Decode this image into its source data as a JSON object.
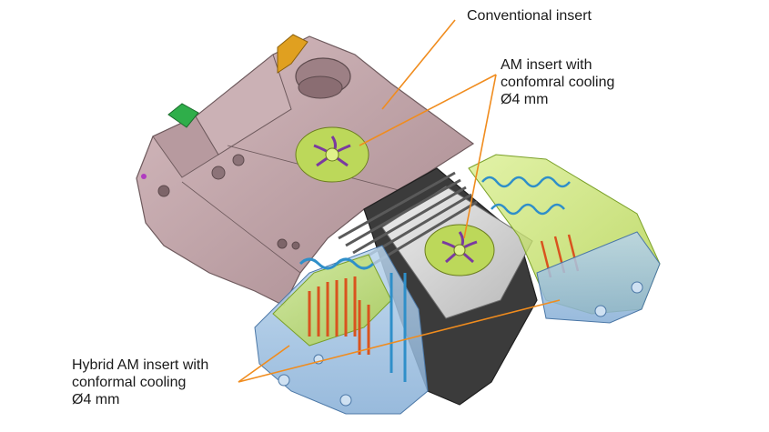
{
  "labels": {
    "conventional_insert": "Conventional insert",
    "am_insert": [
      "AM insert with",
      "confomral cooling",
      "Ø4 mm"
    ],
    "hybrid_am_insert": [
      "Hybrid AM insert with",
      "conformal cooling",
      "Ø4 mm"
    ]
  },
  "colors": {
    "leader_line": "#f08c1e",
    "mold_body": "#c7a9ad",
    "am_insert": "#b9d64a",
    "hybrid_insert": "#9bbfe0",
    "cooling_channel_orange": "#d9531e",
    "cooling_channel_purple": "#7a3aa0",
    "cooling_channel_blue": "#2f8fc9",
    "dark_core": "#3a3a3a",
    "steel_block": "#d7d7d7"
  },
  "icons": [
    "green-handle-icon",
    "yellow-handle-icon"
  ]
}
